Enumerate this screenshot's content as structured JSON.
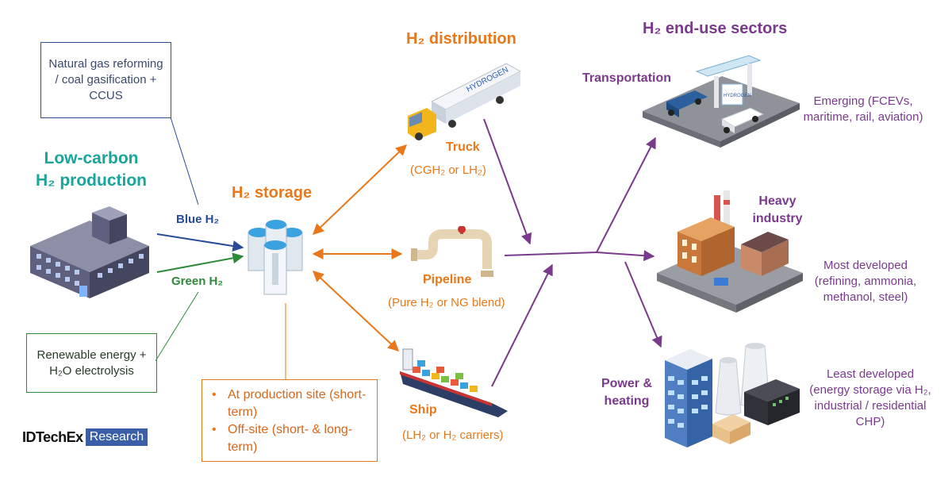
{
  "production": {
    "title_line1": "Low-carbon",
    "title_line2": "H₂ production",
    "blue_box": "Natural gas reforming / coal gasification + CCUS",
    "green_box": "Renewable energy + H₂O electrolysis",
    "blue_label": "Blue H₂",
    "green_label": "Green H₂"
  },
  "storage": {
    "title": "H₂ storage",
    "bullets": [
      "At production site (short-term)",
      "Off-site (short- & long-term)"
    ]
  },
  "distribution": {
    "title": "H₂ distribution",
    "truck_label": "Truck",
    "truck_sub": "(CGH₂ or LH₂)",
    "pipeline_label": "Pipeline",
    "pipeline_sub": "(Pure H₂ or NG blend)",
    "ship_label": "Ship",
    "ship_sub": "(LH₂ or H₂ carriers)",
    "truck_tank_text": "HYDROGEN"
  },
  "end_use": {
    "title": "H₂ end-use sectors",
    "transport_label": "Transportation",
    "transport_desc": "Emerging (FCEVs, maritime, rail, aviation)",
    "heavy_label": "Heavy industry",
    "heavy_desc": "Most developed (refining, ammonia, methanol, steel)",
    "power_label": "Power & heating",
    "power_desc": "Least developed (energy storage via H₂, industrial / residential CHP)",
    "station_sign": "HYDROGEN"
  },
  "brand": {
    "name": "IDTechEx",
    "tag": "Research"
  },
  "colors": {
    "teal": "#1aa59a",
    "orange": "#e8781a",
    "purple": "#7a3a8c",
    "blue": "#2a4a9a",
    "green": "#2e8b3a"
  }
}
